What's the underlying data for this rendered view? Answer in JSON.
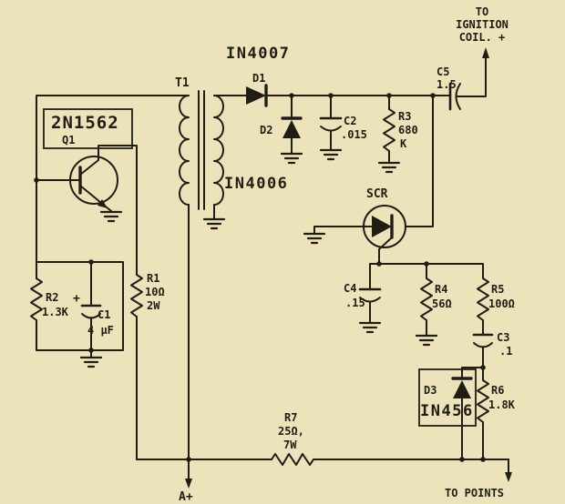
{
  "diagram": {
    "type": "schematic",
    "description": "Capacitive-discharge ignition (CDI) circuit schematic",
    "colors": {
      "background": "#ece3ba",
      "ink": "#201d15"
    },
    "annotations": {
      "to_ignition_line1": "TO",
      "to_ignition_line2": "IGNITION",
      "to_ignition_line3": "COIL. +",
      "a_plus": "A+",
      "to_points": "TO POINTS"
    },
    "components": {
      "t1": {
        "ref": "T1"
      },
      "q1": {
        "part": "2N1562",
        "ref": "Q1"
      },
      "d1": {
        "ref": "D1",
        "part": "IN4007"
      },
      "d2": {
        "ref": "D2",
        "part": "IN4006"
      },
      "d3": {
        "ref": "D3",
        "part": "IN456"
      },
      "scr": {
        "ref": "SCR"
      },
      "c1": {
        "ref": "C1",
        "value": "4 μF",
        "polarity": "+"
      },
      "c2": {
        "ref": "C2",
        "value": ".015"
      },
      "c3": {
        "ref": "C3",
        "value": ".1"
      },
      "c4": {
        "ref": "C4",
        "value": ".15"
      },
      "c5": {
        "ref": "C5",
        "value": "1.5"
      },
      "r1": {
        "ref": "R1",
        "value": "10Ω",
        "value2": "2W"
      },
      "r2": {
        "ref": "R2",
        "value": "1.3K"
      },
      "r3": {
        "ref": "R3",
        "value": "680",
        "value2": "K"
      },
      "r4": {
        "ref": "R4",
        "value": "56Ω"
      },
      "r5": {
        "ref": "R5",
        "value": "100Ω"
      },
      "r6": {
        "ref": "R6",
        "value": "1.8K"
      },
      "r7": {
        "ref": "R7",
        "value": "25Ω,",
        "value2": "7W"
      }
    }
  }
}
